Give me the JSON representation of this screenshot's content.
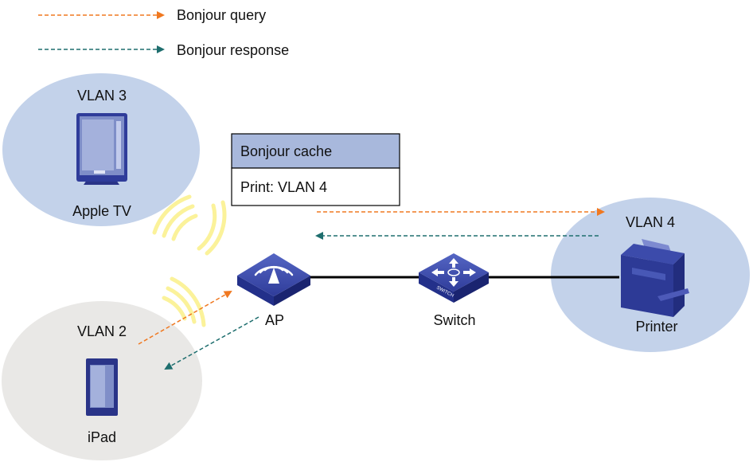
{
  "legend": {
    "query_label": "Bonjour query",
    "response_label": "Bonjour response"
  },
  "vlans": {
    "vlan3": {
      "label": "VLAN 3",
      "device_label": "Apple TV"
    },
    "vlan2": {
      "label": "VLAN 2",
      "device_label": "iPad"
    },
    "vlan4": {
      "label": "VLAN 4",
      "device_label": "Printer"
    }
  },
  "cache": {
    "header": "Bonjour cache",
    "entry": "Print: VLAN 4"
  },
  "devices": {
    "ap_label": "AP",
    "switch_label": "Switch",
    "switch_badge": "SWITCH"
  },
  "colors": {
    "query": "#f07820",
    "response": "#1e6e6e",
    "vlan_blue": "#c3d2ea",
    "vlan_gray": "#e9e8e6",
    "device_blue": "#3a4aa8",
    "device_dark": "#23308a",
    "cache_header": "#a8b8dc",
    "wifi": "#fbf29a"
  },
  "icons": {
    "apple_tv": "monitor-icon",
    "ipad": "tablet-icon",
    "printer": "printer-icon",
    "ap": "wireless-ap-icon",
    "switch": "switch-icon"
  }
}
